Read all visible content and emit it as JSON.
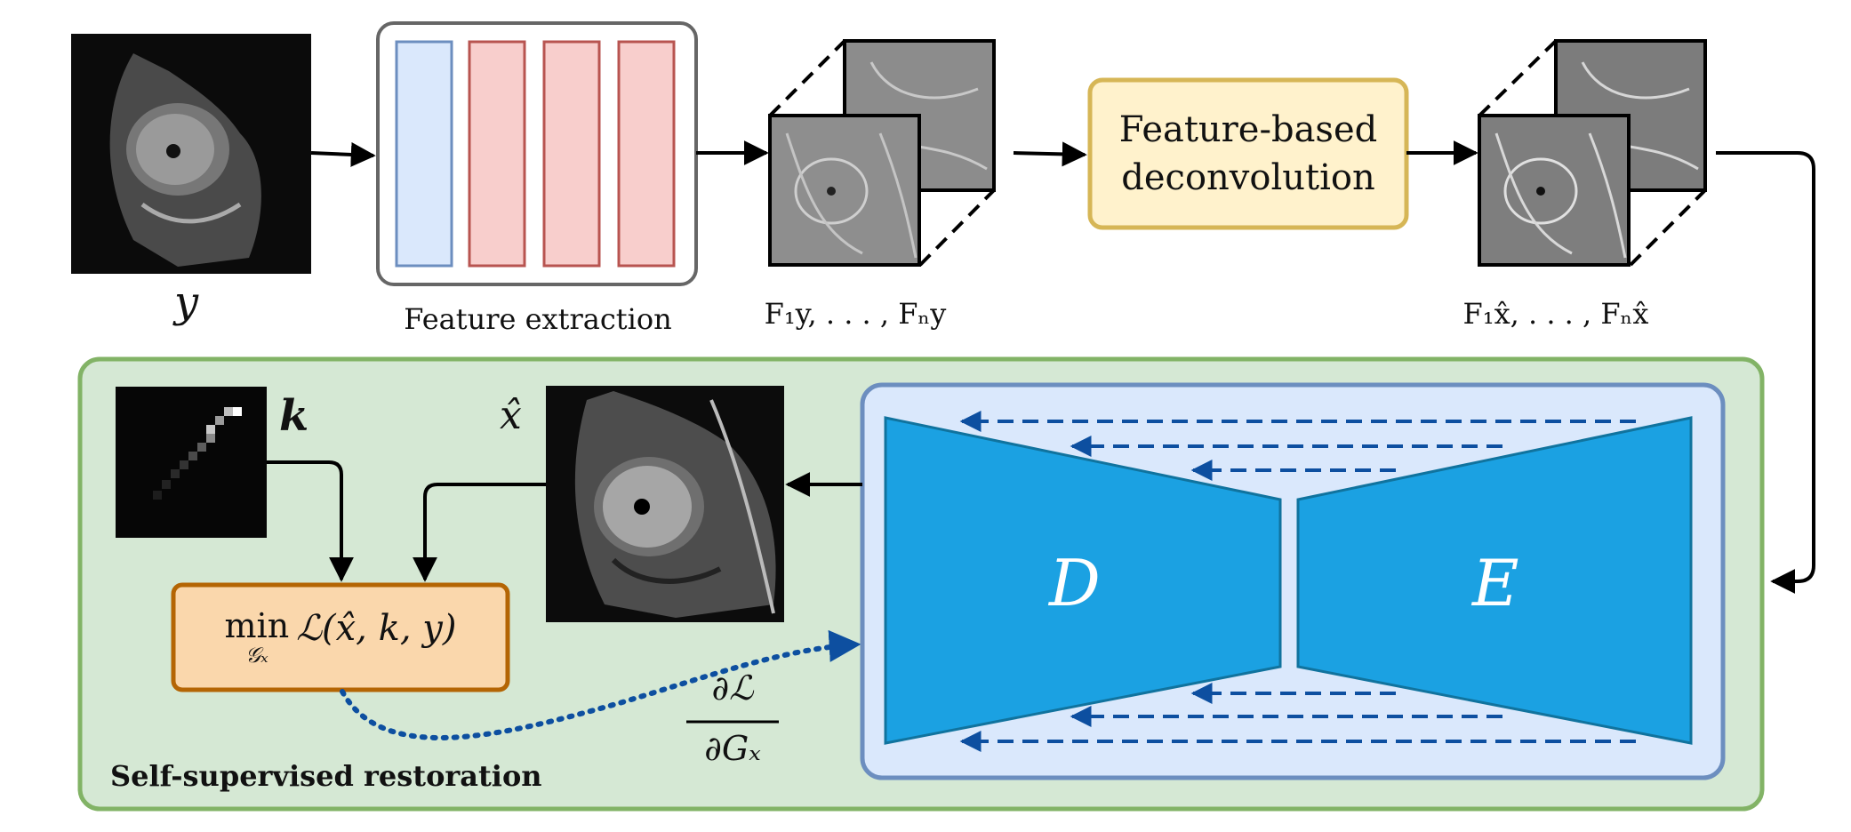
{
  "labels": {
    "input_image": "y",
    "feature_extraction": "Feature extraction",
    "input_features": "F₁y, . . . , Fₙy",
    "deconvolution_line1": "Feature-based",
    "deconvolution_line2": "deconvolution",
    "deconv_features": "F₁x̂, . . . , Fₙx̂",
    "kernel": "k",
    "restored": "x̂",
    "loss_min": "min",
    "loss_sub": "𝒢ₓ",
    "loss_expr": "ℒ(x̂, k, y)",
    "grad_num": "∂ℒ",
    "grad_den": "∂Gₓ",
    "decoder": "D",
    "encoder": "E",
    "section_title": "Self-supervised restoration"
  },
  "colors": {
    "section_fill": "#d5e8d4",
    "section_border": "#82b366",
    "network_fill": "#dae8fc",
    "network_border": "#6c8ebf",
    "trapezoid_fill": "#1ba1e2",
    "trapezoid_border": "#10739e",
    "deconv_fill": "#fff2cc",
    "deconv_border": "#d6b656",
    "loss_fill": "#fad7ac",
    "loss_border": "#b46504",
    "feature_blue": "#dae8fc",
    "feature_red": "#f8cecc",
    "skip_arrows": "#0d4fa0"
  }
}
